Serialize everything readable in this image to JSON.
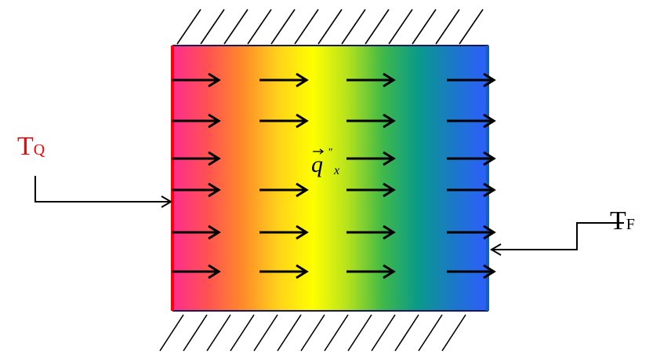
{
  "diagram": {
    "hot_label": {
      "main": "T",
      "sub": "Q",
      "color": "#ff0000"
    },
    "cold_label": {
      "main": "T",
      "sub": "F",
      "color": "#000000"
    },
    "flux_label": {
      "symbol": "q",
      "prime": "\"",
      "subscript": "x"
    },
    "colors": {
      "gradient": [
        "#ff2d8c",
        "#ff5252",
        "#ff8a2a",
        "#ffd21a",
        "#ffff00",
        "#b4e21e",
        "#3fb84a",
        "#0a9a8a",
        "#1b78c8",
        "#2f5cff"
      ],
      "hot_wall": "#ff0000",
      "cold_wall": "#1060c0",
      "outline": "#1a1a5a",
      "arrow": "#000000"
    },
    "flux_arrows": {
      "rows": 6,
      "columns": 4,
      "missing_cells": [
        [
          2,
          1
        ]
      ]
    }
  }
}
